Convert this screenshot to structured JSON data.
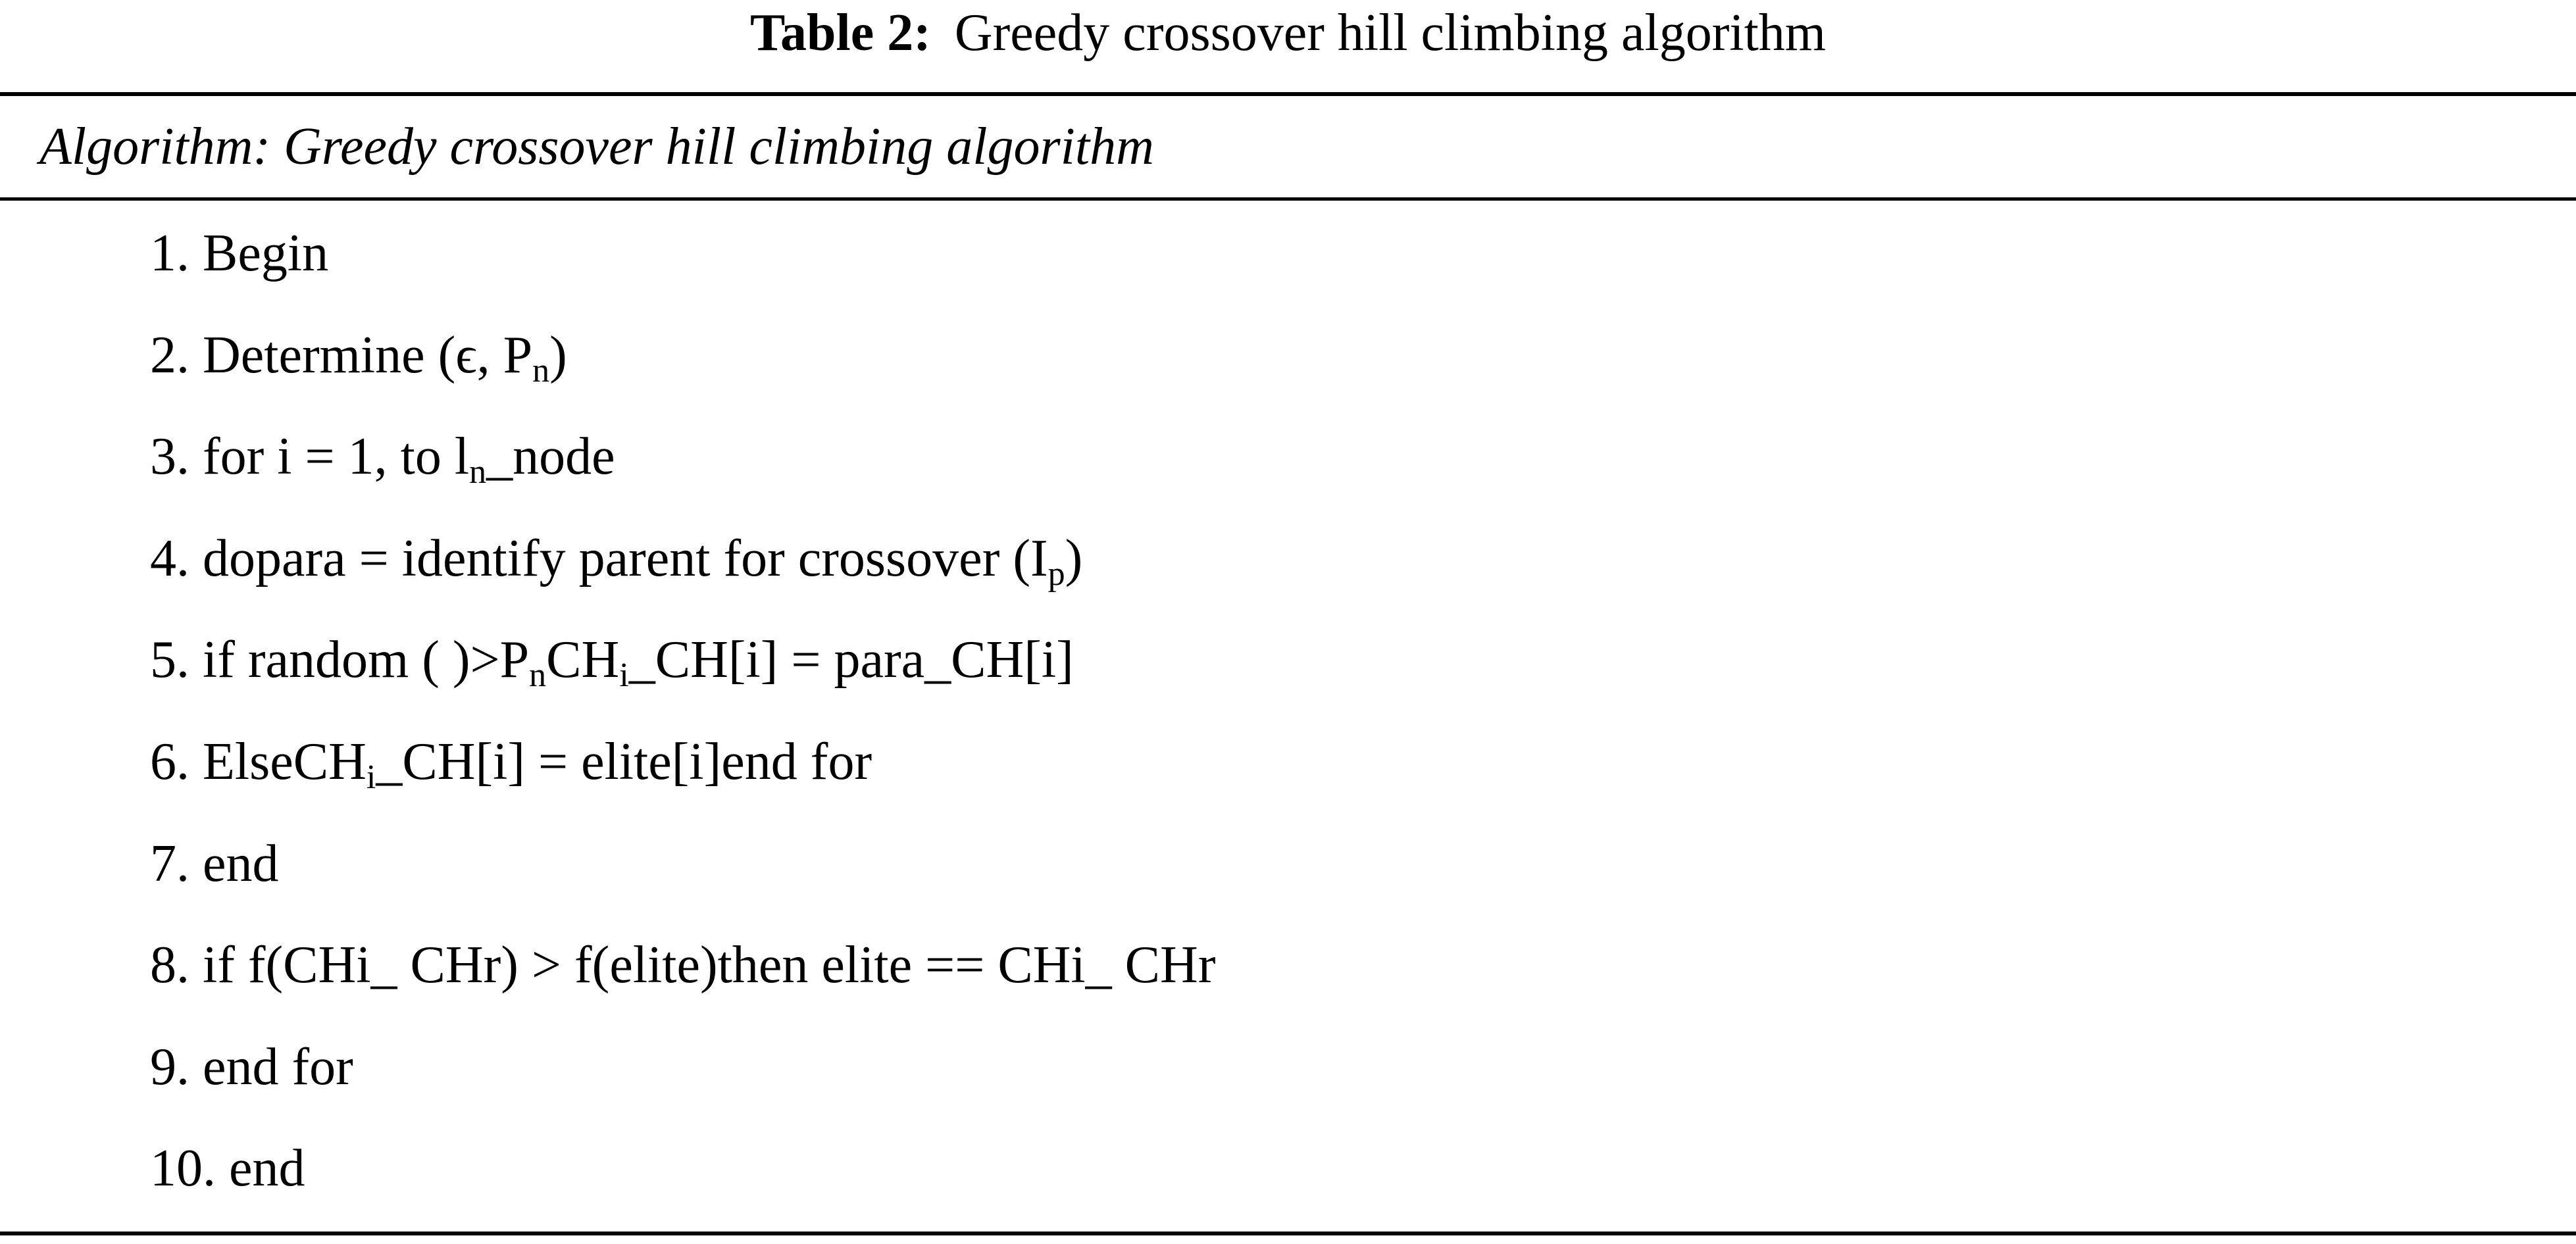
{
  "table": {
    "caption_label": "Table 2:",
    "caption_title": "Greedy crossover hill climbing algorithm",
    "header": "Algorithm: Greedy crossover hill climbing algorithm",
    "steps": [
      {
        "num": "1.",
        "parts": [
          {
            "t": "Begin"
          }
        ]
      },
      {
        "num": "2.",
        "parts": [
          {
            "t": "Determine (ϵ, P"
          },
          {
            "sub": "n"
          },
          {
            "t": ")"
          }
        ]
      },
      {
        "num": "3.",
        "parts": [
          {
            "t": "for i = 1, to l"
          },
          {
            "sub": "n"
          },
          {
            "t": "_node"
          }
        ]
      },
      {
        "num": "4.",
        "parts": [
          {
            "t": "dopara = identify parent for crossover (I"
          },
          {
            "sub": "p"
          },
          {
            "t": ")"
          }
        ]
      },
      {
        "num": "5.",
        "parts": [
          {
            "t": "if random ( )>P"
          },
          {
            "sub": "n"
          },
          {
            "t": "CH"
          },
          {
            "sub": "i"
          },
          {
            "t": "_CH[i] = para_CH[i]"
          }
        ]
      },
      {
        "num": "6.",
        "parts": [
          {
            "t": "ElseCH"
          },
          {
            "sub": "i"
          },
          {
            "t": "_CH[i] = elite[i]end for"
          }
        ]
      },
      {
        "num": "7.",
        "parts": [
          {
            "t": "end"
          }
        ]
      },
      {
        "num": "8.",
        "parts": [
          {
            "t": "if f(CHi_ CHr) > f(elite)then elite == CHi_ CHr"
          }
        ]
      },
      {
        "num": "9.",
        "parts": [
          {
            "t": "end for"
          }
        ]
      },
      {
        "num": "10.",
        "parts": [
          {
            "t": "end"
          }
        ]
      }
    ]
  }
}
